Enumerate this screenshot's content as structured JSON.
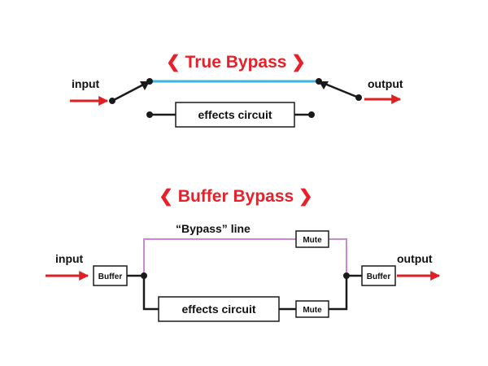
{
  "true_bypass": {
    "title": "❮ True Bypass ❯",
    "input_label": "input",
    "output_label": "output",
    "effects_label": "effects circuit"
  },
  "buffer_bypass": {
    "title": "❮ Buffer Bypass ❯",
    "input_label": "input",
    "output_label": "output",
    "bypass_line_label": "“Bypass” line",
    "buffer_in_label": "Buffer",
    "buffer_out_label": "Buffer",
    "mute_top_label": "Mute",
    "mute_bottom_label": "Mute",
    "effects_label": "effects circuit"
  },
  "colors": {
    "heading": "#e8202a",
    "signal_arrow": "#e02020",
    "true_bypass_line": "#3fb3e6",
    "buffer_bypass_line": "#c98bd0",
    "wire": "#1a1a1a"
  }
}
